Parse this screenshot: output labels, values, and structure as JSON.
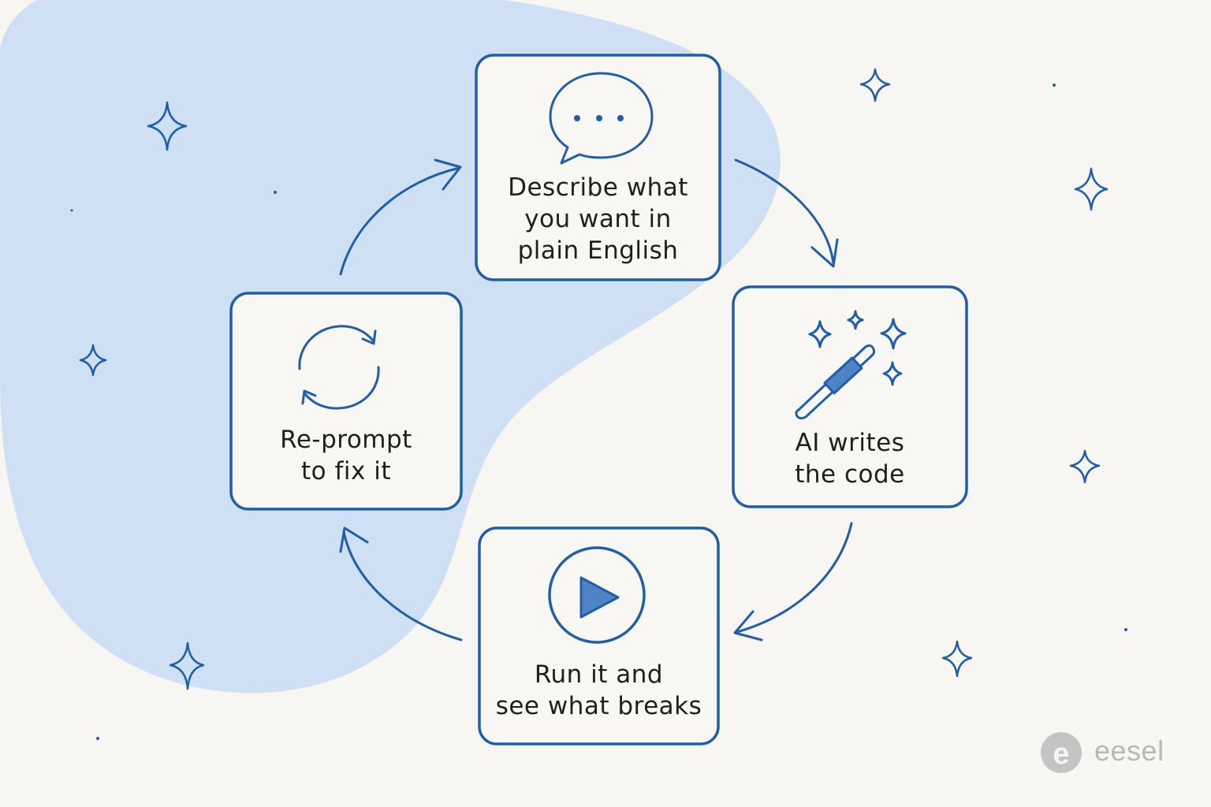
{
  "steps": [
    {
      "id": "describe",
      "icon": "chat-bubble-icon",
      "lines": [
        "Describe what",
        "you want in",
        "plain English"
      ]
    },
    {
      "id": "ai-writes",
      "icon": "magic-wand-icon",
      "lines": [
        "AI writes",
        "the code"
      ]
    },
    {
      "id": "run",
      "icon": "play-icon",
      "lines": [
        "Run it and",
        "see what breaks"
      ]
    },
    {
      "id": "reprompt",
      "icon": "refresh-icon",
      "lines": [
        "Re-prompt",
        "to fix it"
      ]
    }
  ],
  "logo": {
    "text": "eesel",
    "mark": "e"
  },
  "colors": {
    "stroke": "#1f5ea8",
    "blob": "#cfe0f4",
    "background": "#f7f6f3",
    "box_fill": "#f8f7f4",
    "play_fill": "#4e84c4",
    "logo": "#bdbdbd"
  }
}
